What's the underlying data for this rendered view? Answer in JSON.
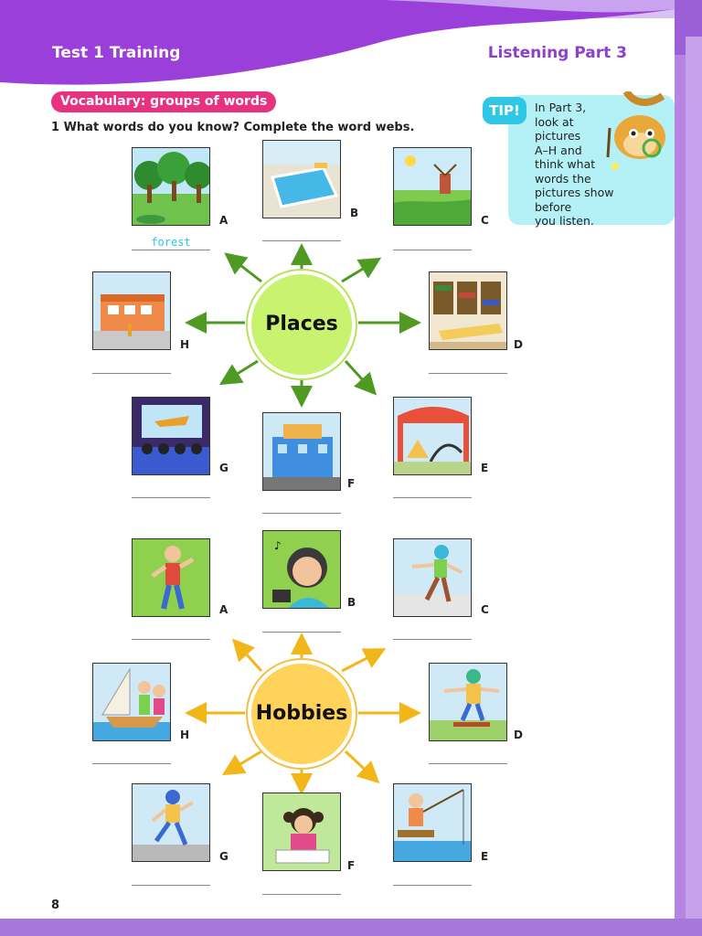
{
  "header": {
    "left_title": "Test 1 Training",
    "right_title": "Listening Part 3"
  },
  "section": {
    "pill": "Vocabulary: groups of words",
    "instruction": "1 What words do you know? Complete the word webs."
  },
  "tip": {
    "badge": "TIP!",
    "lines": [
      "In Part 3,",
      "look at",
      "pictures",
      "A–H and",
      "think what",
      "words the",
      "pictures show before",
      "you listen."
    ]
  },
  "places": {
    "hub": "Places",
    "labels": [
      "A",
      "B",
      "C",
      "D",
      "E",
      "F",
      "G",
      "H"
    ],
    "example_answer": "forest"
  },
  "hobbies": {
    "hub": "Hobbies",
    "labels": [
      "A",
      "B",
      "C",
      "D",
      "E",
      "F",
      "G",
      "H"
    ]
  },
  "page_number": "8",
  "colors": {
    "accent_pink": "#e8327f",
    "accent_purple": "#8c3fd0",
    "places_arrow": "#4f9a23",
    "hobbies_arrow": "#f3b619",
    "tip_cyan": "#2ec8e6"
  }
}
